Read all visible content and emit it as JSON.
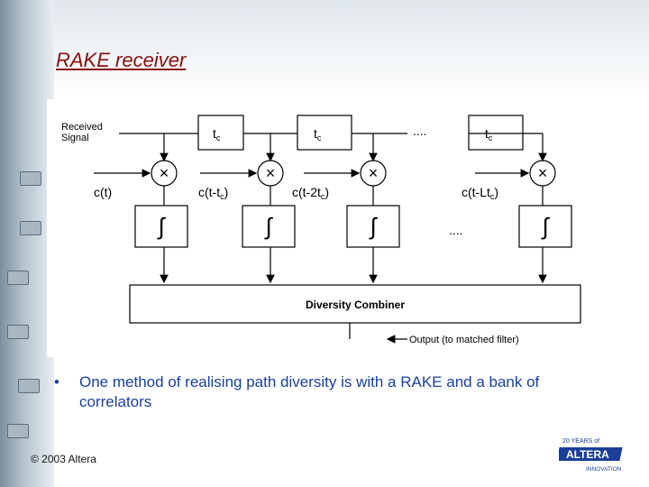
{
  "slide": {
    "title": "RAKE receiver",
    "bullet": "One method of realising path diversity is with a RAKE and a bank of correlators",
    "bullet_marker": "•",
    "copyright": "© 2003 Altera"
  },
  "diagram": {
    "input_label_line1": "Received",
    "input_label_line2": "Signal",
    "delay_label": "t",
    "delay_sub": "c",
    "dots": "....",
    "integrator_symbol": "∫",
    "multiplier_symbol": "×",
    "code_labels": [
      "c(t)",
      "c(t-t",
      "c(t-2t",
      "c(t-Lt"
    ],
    "code_label_subs": [
      "",
      "c",
      "c",
      "c"
    ],
    "code_label_ends": [
      "",
      ")",
      ")",
      ")"
    ],
    "combiner_label": "Diversity Combiner",
    "output_label": "Output (to matched filter)"
  },
  "logo": {
    "line1": "20 YEARS of",
    "brand": "ALTERA",
    "line3": "INNOVATION",
    "brand_color": "#1b3f99"
  }
}
